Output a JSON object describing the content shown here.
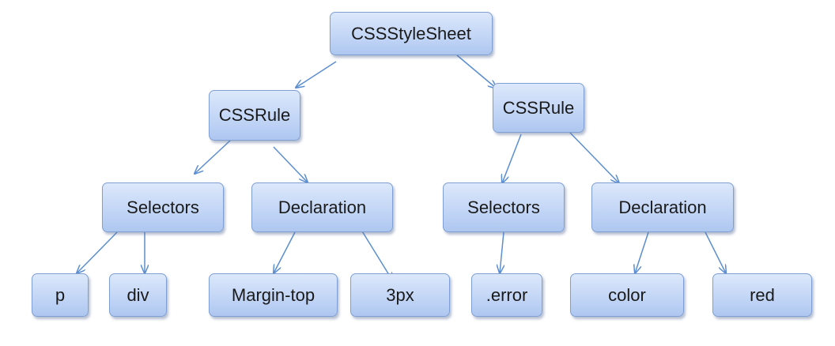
{
  "diagram": {
    "root": {
      "label": "CSSStyleSheet"
    },
    "rule_left": {
      "label": "CSSRule",
      "selectors": {
        "label": "Selectors",
        "children": [
          "p",
          "div"
        ]
      },
      "declaration": {
        "label": "Declaration",
        "children": [
          "Margin-top",
          "3px"
        ]
      }
    },
    "rule_right": {
      "label": "CSSRule",
      "selectors": {
        "label": "Selectors",
        "children": [
          ".error"
        ]
      },
      "declaration": {
        "label": "Declaration",
        "children": [
          "color",
          "red"
        ]
      }
    },
    "colors": {
      "node_fill_top": "#dce8fb",
      "node_fill_bottom": "#aec7f0",
      "node_border": "#7f9fd3",
      "edge": "#5b8ed0"
    }
  }
}
